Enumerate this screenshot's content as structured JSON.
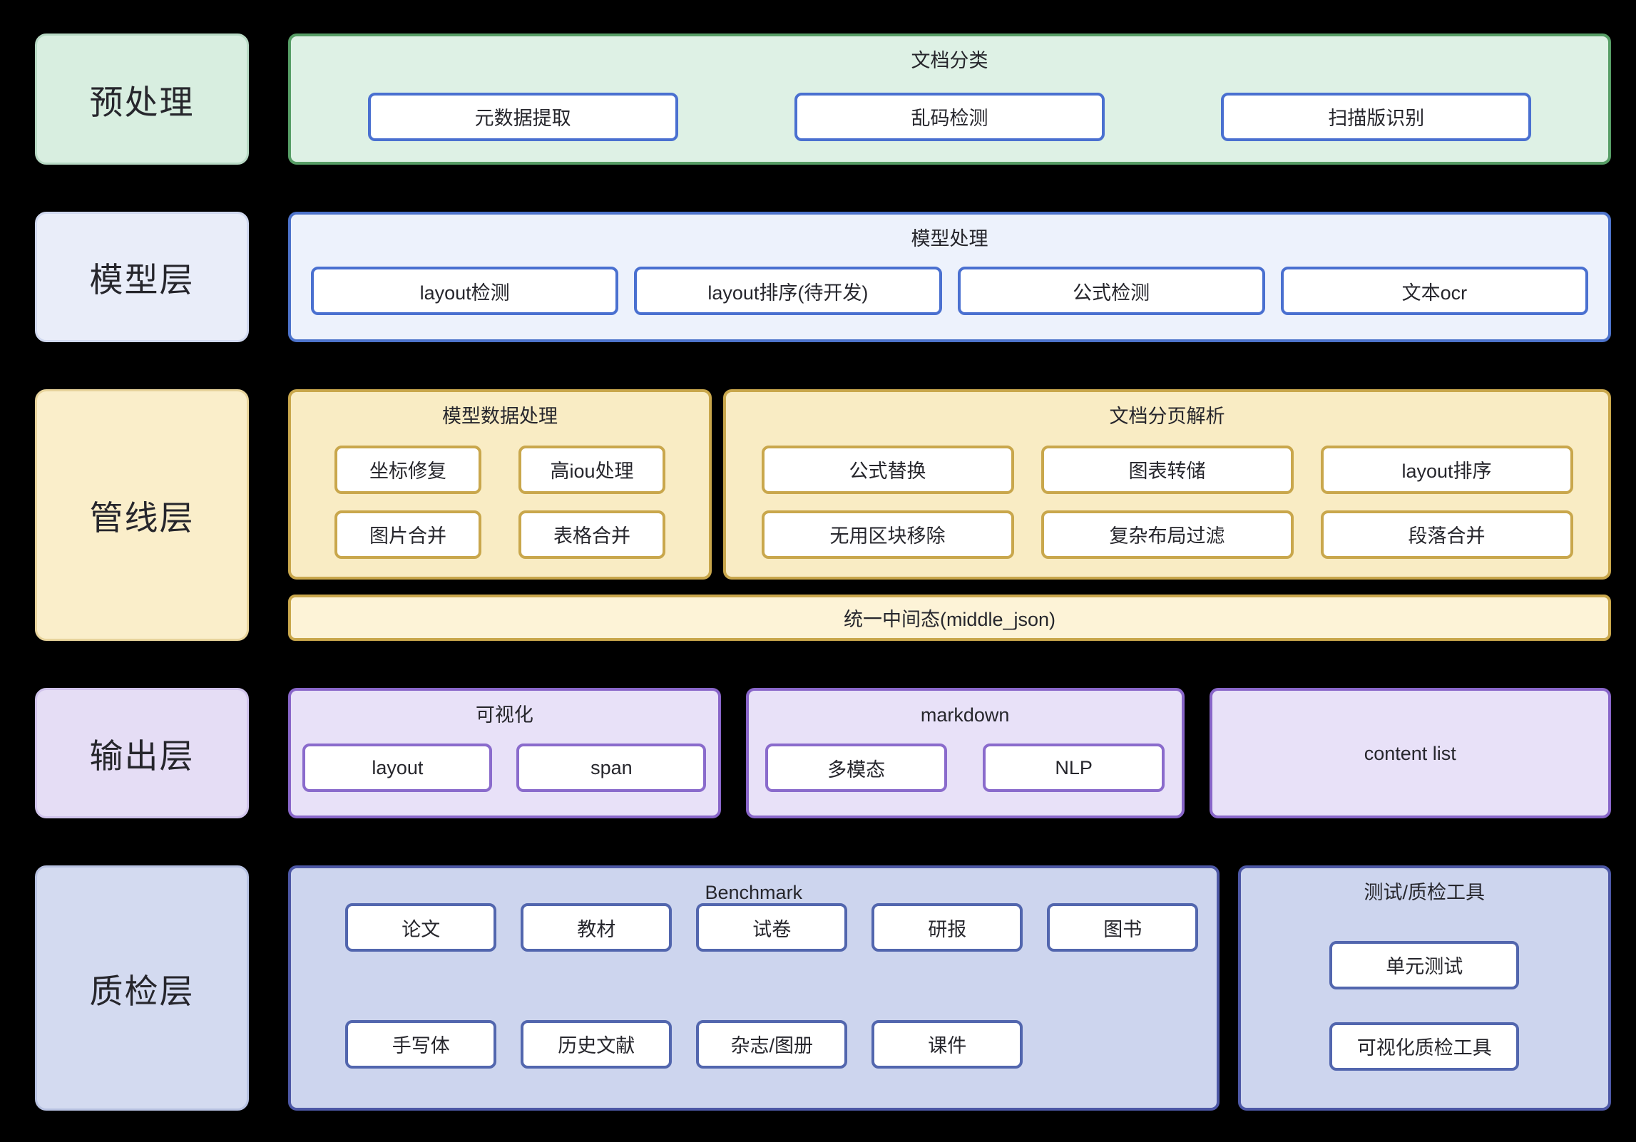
{
  "palette": {
    "background": "#000000",
    "text": "#26262c",
    "node_fill": "#ffffff",
    "green_border": "#579e66",
    "blue_border": "#4d73cb",
    "node_blue_border": "#4a70d0",
    "gold_border": "#c9a74c",
    "purple_border": "#8966c9",
    "indigo_border": "#4d58a6"
  },
  "layers": [
    {
      "label": "预处理",
      "groups": [
        {
          "title": "文档分类",
          "boxes": [
            "元数据提取",
            "乱码检测",
            "扫描版识别"
          ]
        }
      ]
    },
    {
      "label": "模型层",
      "groups": [
        {
          "title": "模型处理",
          "boxes": [
            "layout检测",
            "layout排序(待开发)",
            "公式检测",
            "文本ocr"
          ]
        }
      ]
    },
    {
      "label": "管线层",
      "groups": [
        {
          "title": "模型数据处理",
          "boxes": [
            "坐标修复",
            "高iou处理",
            "图片合并",
            "表格合并"
          ]
        },
        {
          "title": "文档分页解析",
          "boxes": [
            "公式替换",
            "图表转储",
            "layout排序",
            "无用区块移除",
            "复杂布局过滤",
            "段落合并"
          ]
        }
      ],
      "bar": "统一中间态(middle_json)"
    },
    {
      "label": "输出层",
      "groups": [
        {
          "title": "可视化",
          "boxes": [
            "layout",
            "span"
          ]
        },
        {
          "title": "markdown",
          "boxes": [
            "多模态",
            "NLP"
          ]
        },
        {
          "title": "content list",
          "boxes": []
        }
      ]
    },
    {
      "label": "质检层",
      "groups": [
        {
          "title": "Benchmark",
          "boxes": [
            "论文",
            "教材",
            "试卷",
            "研报",
            "图书",
            "手写体",
            "历史文献",
            "杂志/图册",
            "课件"
          ]
        },
        {
          "title": "测试/质检工具",
          "boxes": [
            "单元测试",
            "可视化质检工具"
          ]
        }
      ]
    }
  ]
}
